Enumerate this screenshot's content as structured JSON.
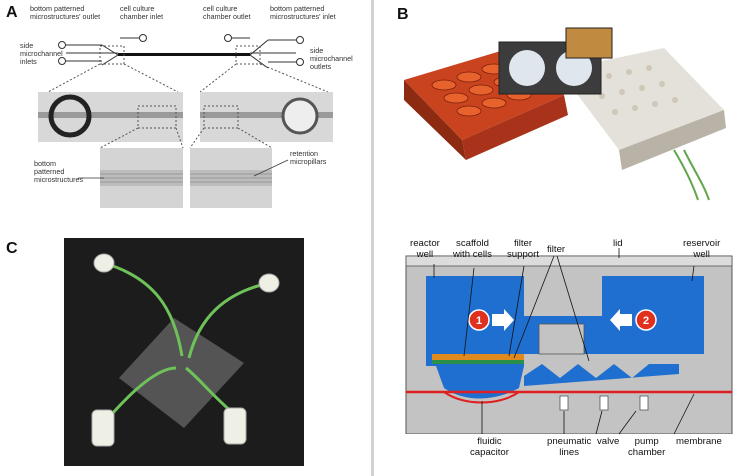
{
  "panels": {
    "A": {
      "letter": "A",
      "labels": {
        "bottom_outlet": "bottom patterned\nmicrostructures' outlet",
        "chamber_inlet_left": "cell culture\nchamber inlet",
        "chamber_inlet_right": "cell culture\nchamber outlet",
        "bottom_inlet": "bottom patterned\nmicrostructures' inlet",
        "side_inlets": "side\nmicrochannel\ninlets",
        "side_outlets": "side\nmicrochannel\noutlets",
        "bottom_micro": "bottom\npatterned\nmicrostructures",
        "retention": "retention\nmicropillars"
      }
    },
    "B": {
      "letter": "B"
    },
    "C": {
      "letter": "C"
    },
    "D": {
      "labels": {
        "reactor_well": "reactor\nwell",
        "scaffold": "scaffold\nwith cells",
        "filter_support": "filter\nsupport",
        "filter": "filter",
        "lid": "lid",
        "reservoir_well": "reservoir\nwell",
        "fluidic_capacitor": "fluidic\ncapacitor",
        "pneumatic_lines": "pneumatic\nlines",
        "valve": "valve",
        "pump_chamber": "pump\nchamber",
        "membrane": "membrane",
        "marker_1": "1",
        "marker_2": "2"
      }
    }
  },
  "colors": {
    "fluid_blue": "#1f6fd0",
    "chip_gray": "#b9b9b9",
    "membrane_red": "#e02020",
    "marker_red": "#e0301e",
    "filter_orange": "#e08a1e",
    "tubing_green": "#6fc25a",
    "tray_red": "#c9431f"
  }
}
